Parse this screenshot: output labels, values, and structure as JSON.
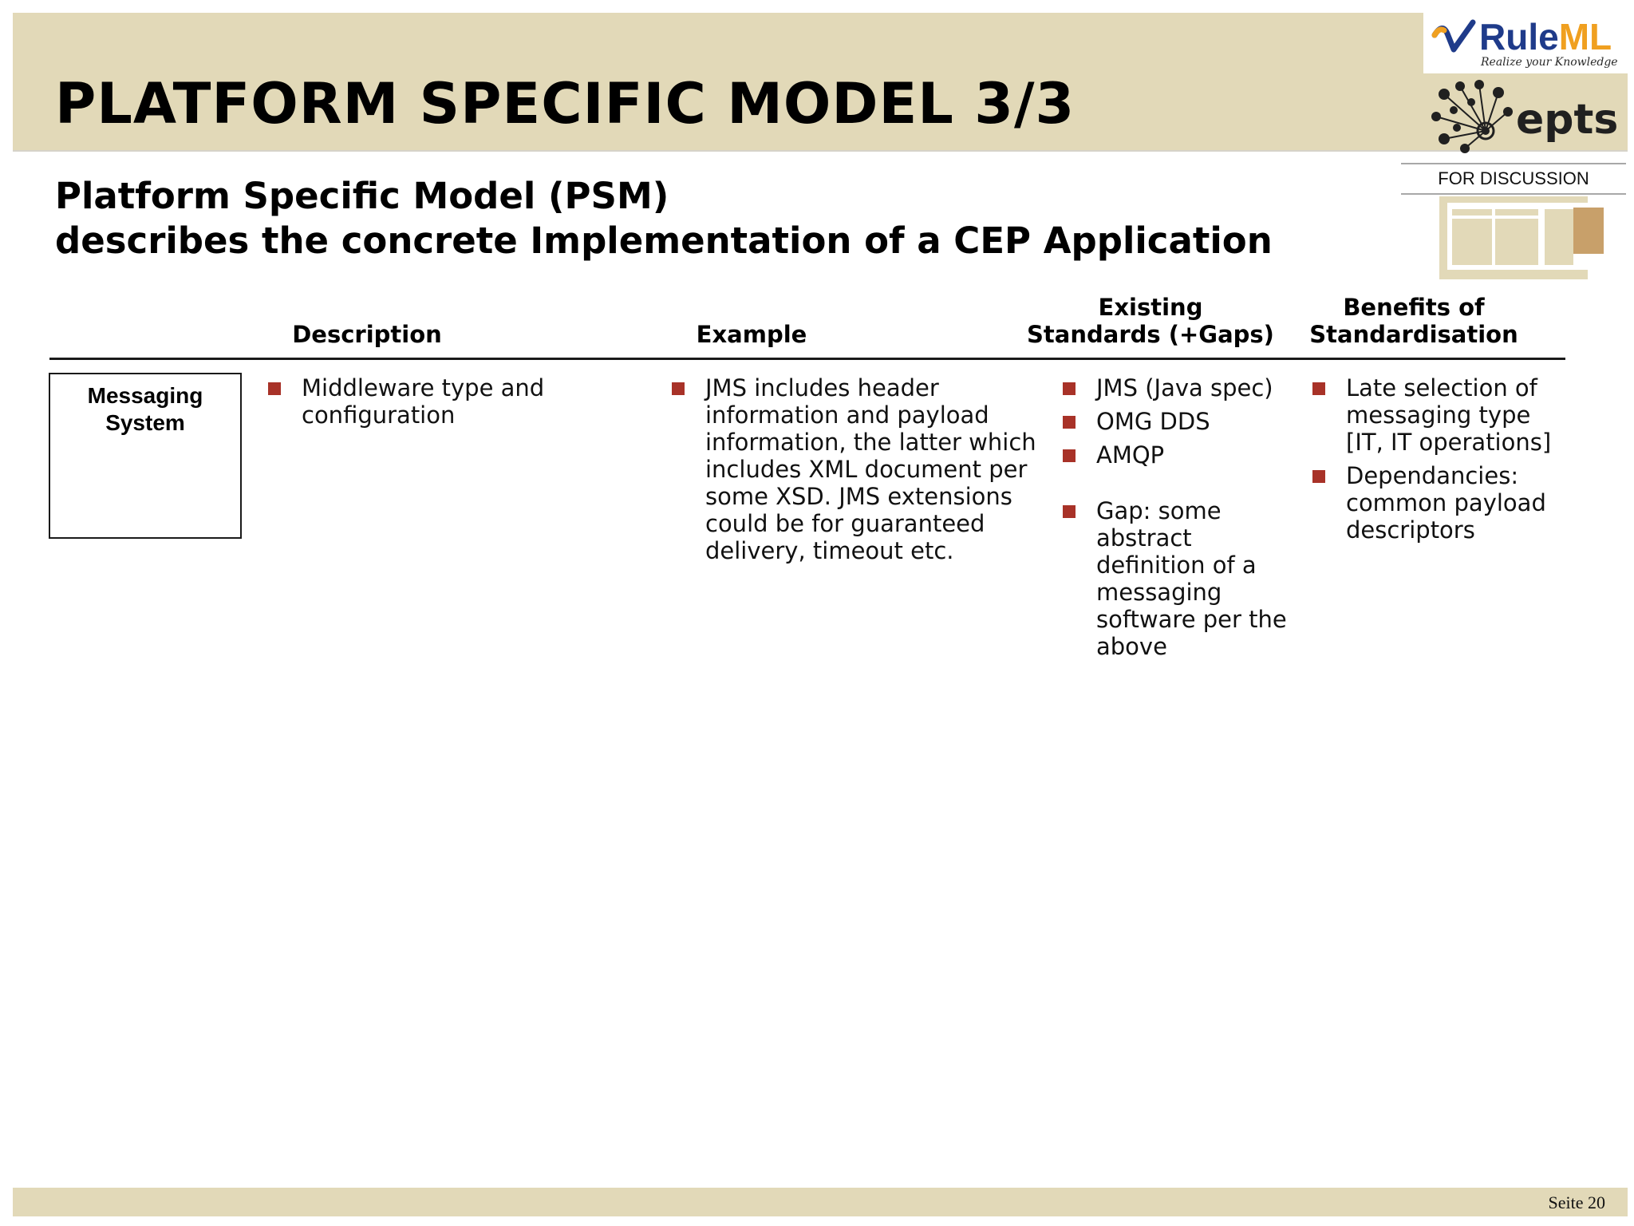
{
  "title": "PLATFORM SPECIFIC MODEL 3/3",
  "subtitle": {
    "line1": "Platform Specific Model (PSM)",
    "line2": "describes the concrete Implementation of a CEP Application"
  },
  "logos": {
    "ruleml": {
      "word_main": "Rule",
      "word_accent": "ML",
      "tagline": "Realize your Knowledge"
    },
    "epts": {
      "word": "epts"
    }
  },
  "badge": "FOR DISCUSSION",
  "table": {
    "headers": {
      "description": "Description",
      "example": "Example",
      "standards": "Existing\nStandards (+Gaps)",
      "benefits": "Benefits of\nStandardisation"
    },
    "rows": [
      {
        "label": "Messaging\nSystem",
        "description": [
          "Middleware type and configuration"
        ],
        "example": [
          "JMS includes header information and payload information, the latter which includes XML document per some XSD. JMS extensions could be for guaranteed delivery, timeout etc."
        ],
        "standards": [
          "JMS (Java spec)",
          "OMG DDS",
          "AMQP",
          "Gap: some abstract definition of a messaging software per the above"
        ],
        "benefits": [
          "Late selection of messaging type [IT, IT operations]",
          "Dependancies: common payload descriptors"
        ]
      }
    ]
  },
  "footer": {
    "page": "Seite 20"
  },
  "colors": {
    "band": "#e2d9b8",
    "bullet": "#a83228",
    "ruleml_blue": "#1f3b8a",
    "ruleml_orange": "#f0a020",
    "deco_tan": "#c8a06a"
  },
  "icons": [
    "ruleml-swoosh-icon",
    "epts-network-icon",
    "layout-grid-icon"
  ]
}
